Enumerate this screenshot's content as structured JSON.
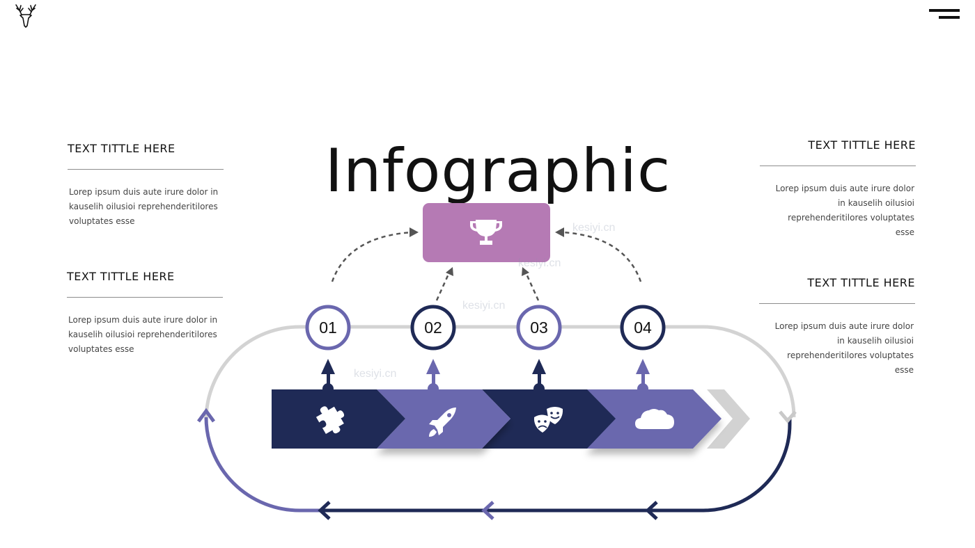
{
  "title": "Infographic",
  "blocks": [
    {
      "id": "left-top",
      "heading": "TEXT TITTLE HERE",
      "body": "Lorep  ipsum duis aute irure dolor in kauselih oilusioi reprehenderitilores voluptates esse"
    },
    {
      "id": "left-bottom",
      "heading": "TEXT TITTLE HERE",
      "body": "Lorep  ipsum duis aute irure dolor in kauselih oilusioi reprehenderitilores voluptates esse"
    },
    {
      "id": "right-top",
      "heading": "TEXT TITTLE HERE",
      "body": "Lorep  ipsum duis aute irure dolor in kauselih oilusioi reprehenderitilores voluptates esse"
    },
    {
      "id": "right-bottom",
      "heading": "TEXT TITTLE HERE",
      "body": "Lorep  ipsum duis aute irure dolor in kauselih oilusioi reprehenderitilores voluptates esse"
    }
  ],
  "steps": [
    {
      "number": "01",
      "icon": "puzzle-icon"
    },
    {
      "number": "02",
      "icon": "rocket-icon"
    },
    {
      "number": "03",
      "icon": "theater-masks-icon"
    },
    {
      "number": "04",
      "icon": "cloud-icon"
    }
  ],
  "goal_icon": "trophy-icon",
  "colors": {
    "navy": "#1f2a56",
    "purple": "#6a67ae",
    "orchid": "#b57ab4",
    "gray": "#d0d0d0"
  },
  "watermark": "kesiyi.cn"
}
